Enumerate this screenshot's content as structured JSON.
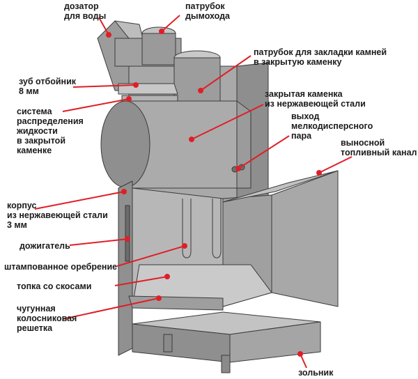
{
  "labels": {
    "dozator": "дозатор\nдля воды",
    "dymohod": "патрубок\nдымохода",
    "zakladka": "патрубок для закладки камней\nв закрытую каменку",
    "zub": "зуб отбойник\n8 мм",
    "raspred": "система\nраспределения\nжидкости\nв закрытой\nкаменке",
    "kamenka": "закрытая каменка\nиз нержавеющей стали",
    "vyhod": "выход\nмелкодисперсного\nпара",
    "kanal": "выносной\nтопливный канал",
    "korpus": "корпус\nиз нержавеющей стали\n3 мм",
    "dozhigatel": "дожигатель",
    "orebrenie": "штампованное оребрение",
    "topka": "топка со скосами",
    "kolosnik": "чугунная\nколосниковая\nрешетка",
    "zolnik": "зольник"
  },
  "colors": {
    "leader": "#e01e26",
    "metal_light": "#b8b8b8",
    "metal_mid": "#a3a3a3",
    "metal_dark": "#8a8a8a",
    "edge": "#3a3a3a"
  }
}
